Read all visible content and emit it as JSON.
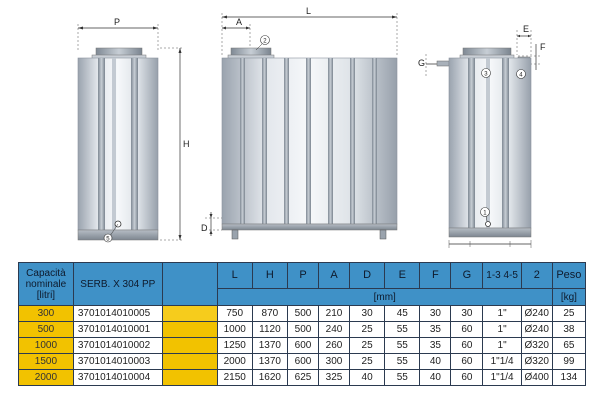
{
  "drawing": {
    "dims": {
      "P": "P",
      "L": "L",
      "H": "H",
      "A": "A",
      "E": "E",
      "F": "F",
      "G": "G",
      "D": "D"
    },
    "markers": {
      "m1": "1",
      "m2": "2",
      "m3": "3",
      "m4": "4",
      "m5": "5"
    }
  },
  "table": {
    "header": {
      "capacity": "Capacità nominale [litri]",
      "serb": "SERB. X 304 PP",
      "cols": [
        "L",
        "H",
        "P",
        "A",
        "D",
        "E",
        "F",
        "G",
        "1-3 4-5",
        "2",
        "Peso"
      ],
      "unit_mm": "[mm]",
      "unit_kg": "[kg]"
    },
    "rows": [
      {
        "cap": "300",
        "code": "3701014010005",
        "L": "750",
        "H": "870",
        "P": "500",
        "A": "210",
        "D": "30",
        "E": "45",
        "F": "30",
        "G": "30",
        "c13": "1\"",
        "c2": "Ø240",
        "peso": "25"
      },
      {
        "cap": "500",
        "code": "3701014010001",
        "L": "1000",
        "H": "1120",
        "P": "500",
        "A": "240",
        "D": "25",
        "E": "55",
        "F": "35",
        "G": "60",
        "c13": "1\"",
        "c2": "Ø240",
        "peso": "38"
      },
      {
        "cap": "1000",
        "code": "3701014010002",
        "L": "1250",
        "H": "1370",
        "P": "600",
        "A": "260",
        "D": "25",
        "E": "55",
        "F": "35",
        "G": "60",
        "c13": "1\"",
        "c2": "Ø320",
        "peso": "65"
      },
      {
        "cap": "1500",
        "code": "3701014010003",
        "L": "2000",
        "H": "1370",
        "P": "600",
        "A": "300",
        "D": "25",
        "E": "55",
        "F": "40",
        "G": "60",
        "c13": "1\"1/4",
        "c2": "Ø320",
        "peso": "99"
      },
      {
        "cap": "2000",
        "code": "3701014010004",
        "L": "2150",
        "H": "1620",
        "P": "625",
        "A": "325",
        "D": "40",
        "E": "55",
        "F": "40",
        "G": "60",
        "c13": "1\"1/4",
        "c2": "Ø400",
        "peso": "134"
      }
    ]
  }
}
